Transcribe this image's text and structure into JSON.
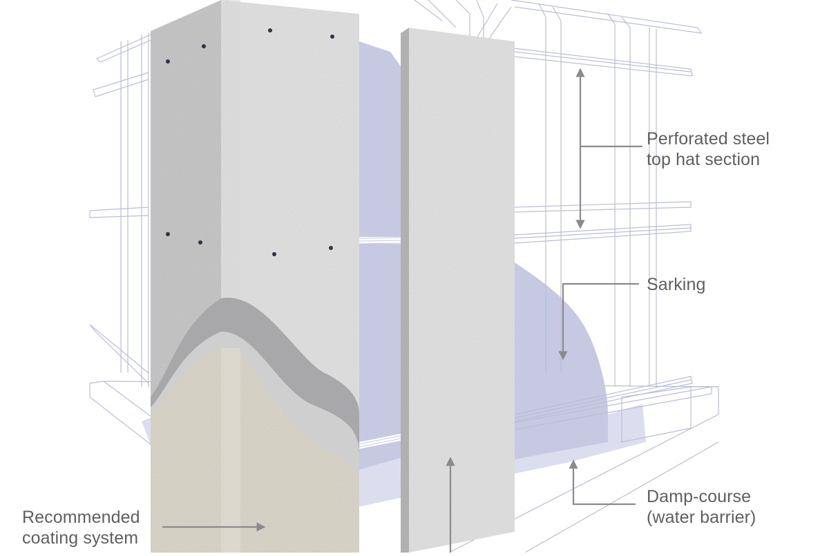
{
  "diagram": {
    "type": "architectural-cutaway",
    "colors": {
      "background": "#ffffff",
      "frame_line": "#b9bdd6",
      "sarking": "#c7c9e2",
      "damp_course": "#dcdeef",
      "panel_light": "#e6e6e6",
      "panel_shade": "#c9c9c9",
      "panel_dark": "#a9a9aa",
      "coat_grey": "#a8a8aa",
      "coat_light": "#cfcfd0",
      "coat_beige": "#dcd8cc",
      "fixing_dot": "#2e3444",
      "callout": "#8a8a8c",
      "label_text": "#5f5f61"
    },
    "labels": {
      "top_hat": {
        "line1": "Perforated steel",
        "line2": "top hat section"
      },
      "sarking": {
        "line1": "Sarking"
      },
      "damp_course": {
        "line1": "Damp-course",
        "line2": "(water barrier)"
      },
      "coating": {
        "line1": "Recommended",
        "line2": "coating system"
      }
    }
  }
}
